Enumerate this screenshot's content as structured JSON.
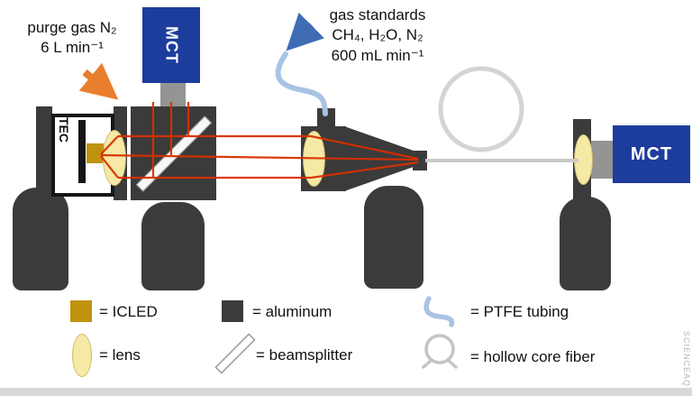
{
  "diagram": {
    "purge_gas": {
      "line1": "purge gas N₂",
      "line2": "6 L min⁻¹"
    },
    "gas_standards": {
      "line1": "gas standards",
      "line2": "CH₄, H₂O, N₂",
      "line3": "600 mL min⁻¹"
    },
    "detector_top": "MCT",
    "detector_right": "MCT",
    "tec_label": "TEC"
  },
  "legend": {
    "icled": "= ICLED",
    "aluminum": "= aluminum",
    "ptfe_tubing": "= PTFE tubing",
    "lens": "= lens",
    "beamsplitter": "= beamsplitter",
    "hollow_core_fiber": "= hollow core fiber"
  },
  "watermark": "SCIENCEAQ",
  "colors": {
    "aluminum": "#3b3b3b",
    "detector_blue": "#1d3d9c",
    "icled_gold": "#c0920e",
    "lens_yellow": "#f6e9a6",
    "beam_red": "#d73000",
    "arrow_orange": "#e97e2e",
    "arrow_blue": "#3f6cb5",
    "ptfe_blue": "#a9c3e4",
    "fiber_gray": "#cccccc"
  }
}
